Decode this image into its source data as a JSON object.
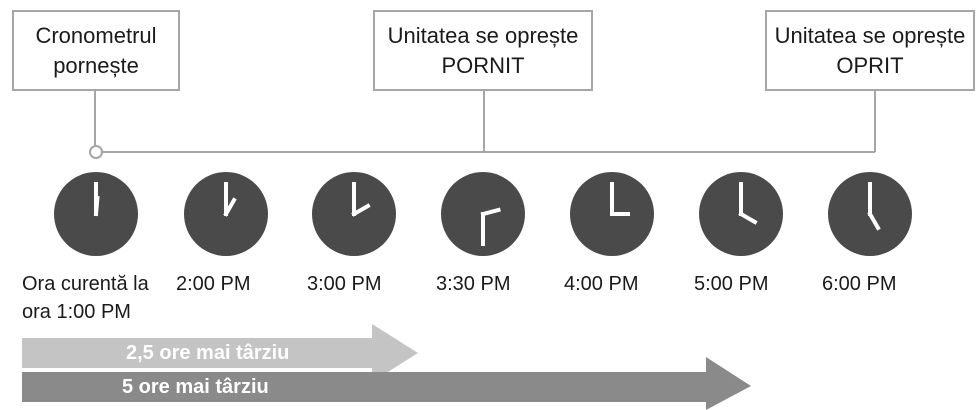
{
  "callouts": {
    "timer_start": "Cronometrul pornește",
    "unit_on": "Unitatea se oprește PORNIT",
    "unit_off": "Unitatea se oprește OPRIT"
  },
  "clocks": [
    {
      "label": "Ora curentă la ora 1:00 PM",
      "hour": 1,
      "minute": 0
    },
    {
      "label": "2:00 PM",
      "hour": 2,
      "minute": 0
    },
    {
      "label": "3:00 PM",
      "hour": 3,
      "minute": 0
    },
    {
      "label": "3:30 PM",
      "hour": 3,
      "minute": 30
    },
    {
      "label": "4:00 PM",
      "hour": 4,
      "minute": 0
    },
    {
      "label": "5:00 PM",
      "hour": 5,
      "minute": 0
    },
    {
      "label": "6:00 PM",
      "hour": 6,
      "minute": 0
    }
  ],
  "arrows": {
    "short": "2,5 ore mai târziu",
    "long": "5 ore mai târziu"
  },
  "colors": {
    "clock_face": "#4a4a4a",
    "hands": "#ffffff",
    "connector": "#a6a6a6",
    "short_arrow": "#c4c4c4",
    "long_arrow": "#8a8a8a"
  }
}
